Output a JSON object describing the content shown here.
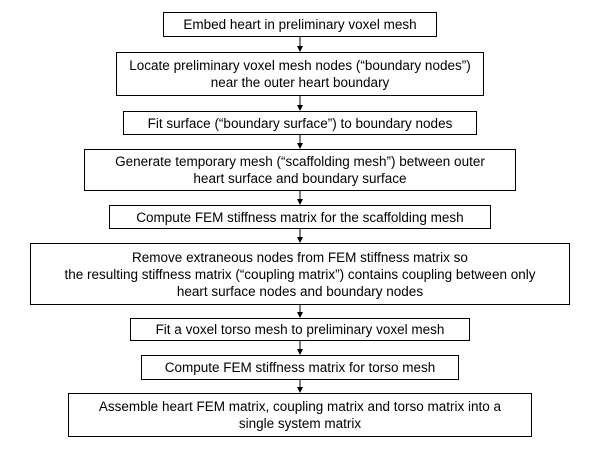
{
  "flowchart": {
    "steps": [
      "Embed heart in preliminary voxel mesh",
      "Locate preliminary voxel mesh nodes (“boundary nodes”)\nnear the outer heart boundary",
      "Fit surface (“boundary surface”) to boundary nodes",
      "Generate temporary mesh (“scaffolding mesh”) between outer\nheart surface and boundary surface",
      "Compute FEM stiffness matrix for the scaffolding mesh",
      "Remove extraneous nodes from FEM stiffness matrix so\nthe resulting stiffness matrix (“coupling matrix”) contains coupling between only\nheart surface nodes and boundary nodes",
      "Fit a voxel torso mesh to preliminary voxel mesh",
      "Compute FEM stiffness matrix for torso mesh",
      "Assemble heart FEM matrix, coupling matrix and torso matrix into a\nsingle system matrix"
    ]
  }
}
